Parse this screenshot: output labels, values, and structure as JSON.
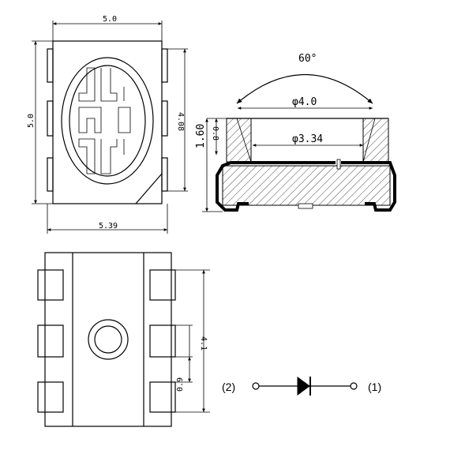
{
  "top_view": {
    "width_top": "5.0",
    "height_left": "5.0",
    "height_right": "4.08",
    "width_bottom": "5.39"
  },
  "side_view": {
    "angle": "60°",
    "dia_outer": "φ4.0",
    "dia_inner": "φ3.34",
    "height_small": "0.8",
    "height_total": "1.60"
  },
  "bottom_view": {
    "height": "4.1",
    "pitch": "0.9"
  },
  "symbol": {
    "left_pin": "(2)",
    "right_pin": "(1)"
  }
}
